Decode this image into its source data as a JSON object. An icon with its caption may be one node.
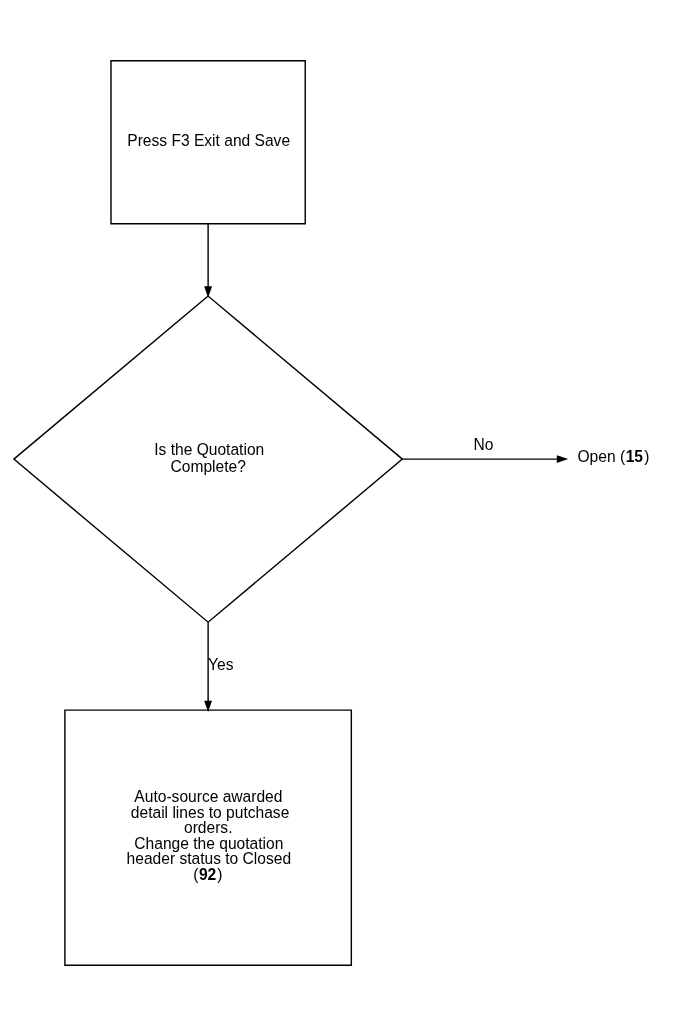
{
  "diagram": {
    "nodes": [
      {
        "text": [
          "Press F3 Exit and Save"
        ]
      },
      {
        "text": [
          "Is the Quotation Complete?"
        ]
      },
      {
        "text": [
          "Open (**15**)"
        ]
      },
      {
        "text": [
          "Auto-source awarded detail lines to putchase orders.",
          "Change the quotation header status to Closed (**92**)"
        ]
      }
    ],
    "edges": [
      {
        "from": 0,
        "to": 1,
        "arrow": "to"
      },
      {
        "from": 1,
        "to": 2,
        "arrow": "to",
        "label": "No"
      },
      {
        "from": 1,
        "to": 3,
        "arrow": "to",
        "label": "Yes"
      }
    ]
  }
}
